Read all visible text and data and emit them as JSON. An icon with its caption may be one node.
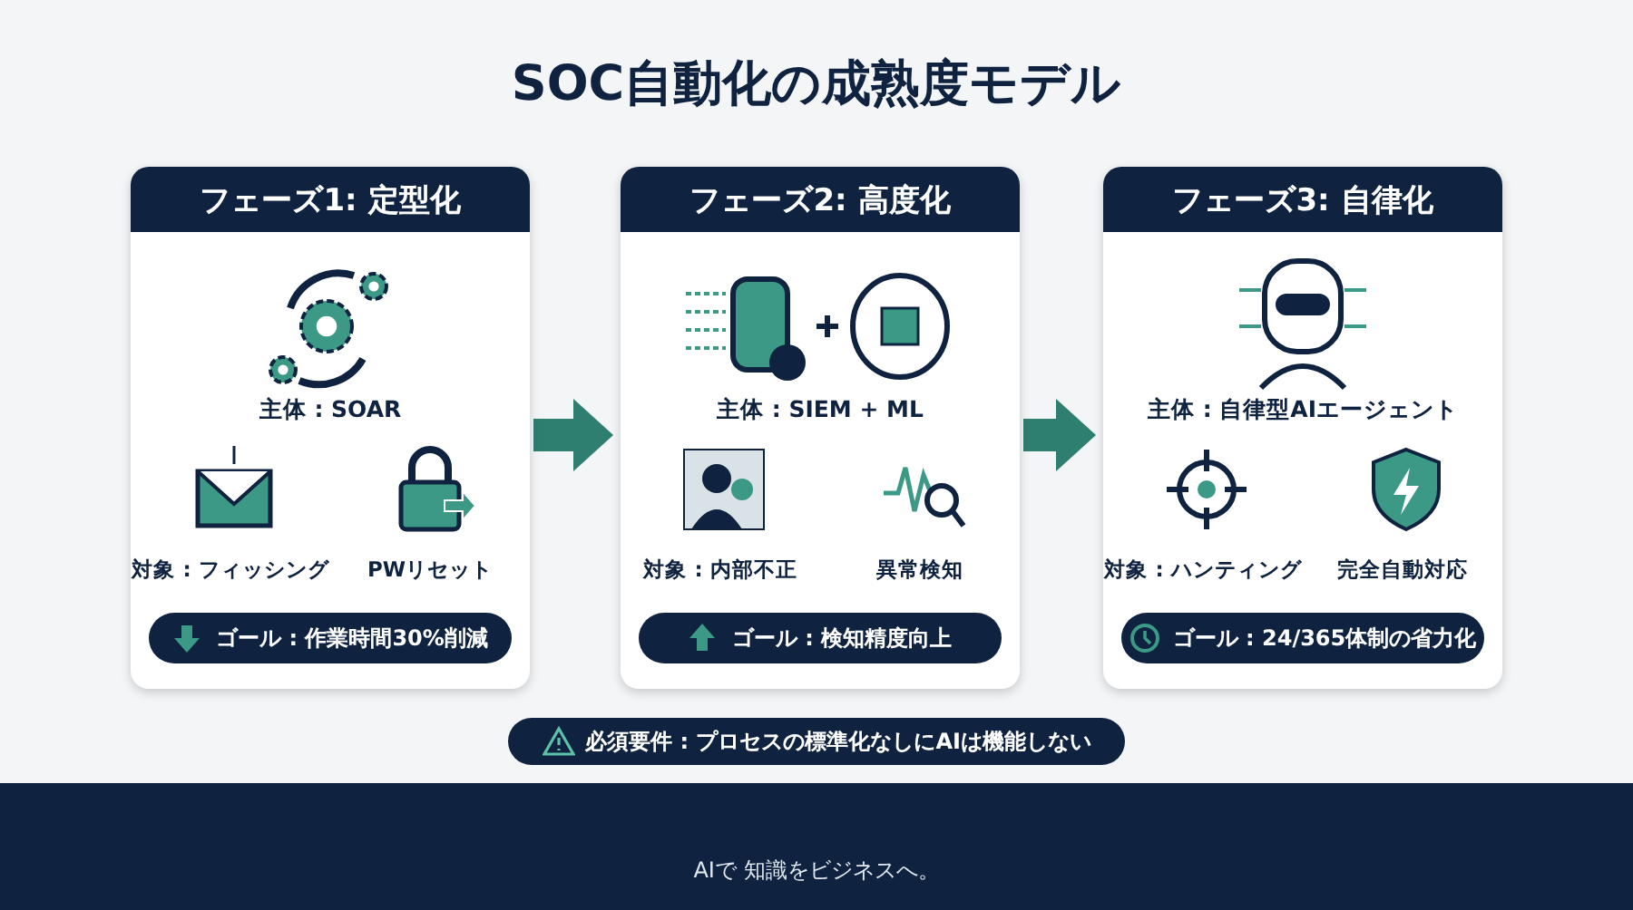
{
  "diagram": {
    "title": "SOC自動化の成熟度モデル",
    "nodes": [
      {
        "text": [
          "フェーズ1: 定型化",
          "主体 : SOAR",
          "ゴール : 作業時間30%削減"
        ]
      },
      {
        "text": [
          "対象 : フィッシング"
        ],
        "in": 0
      },
      {
        "text": [
          "PWリセット"
        ],
        "in": 0
      },
      {
        "text": [
          "フェーズ2: 高度化",
          "主体 : SIEM + ML",
          "ゴール : 検知精度向上"
        ]
      },
      {
        "text": [
          "対象 : 内部不正"
        ],
        "in": 3
      },
      {
        "text": [
          "異常検知"
        ],
        "in": 3
      },
      {
        "text": [
          "フェーズ3: 自律化",
          "主体 : 自律型AIエージェント",
          "ゴール : 24/365体制の省力化"
        ]
      },
      {
        "text": [
          "対象 : ハンティング"
        ],
        "in": 6
      },
      {
        "text": [
          "完全自動対応"
        ],
        "in": 6
      },
      {
        "text": [
          "必須要件 : プロセスの標準化なしにAIは機能しない"
        ]
      }
    ],
    "edges": [
      {
        "from": 0,
        "to": 3,
        "arrow": "to"
      },
      {
        "from": 3,
        "to": 6,
        "arrow": "to"
      }
    ],
    "labels": [
      "AIで 知識をビジネスへ。"
    ]
  }
}
